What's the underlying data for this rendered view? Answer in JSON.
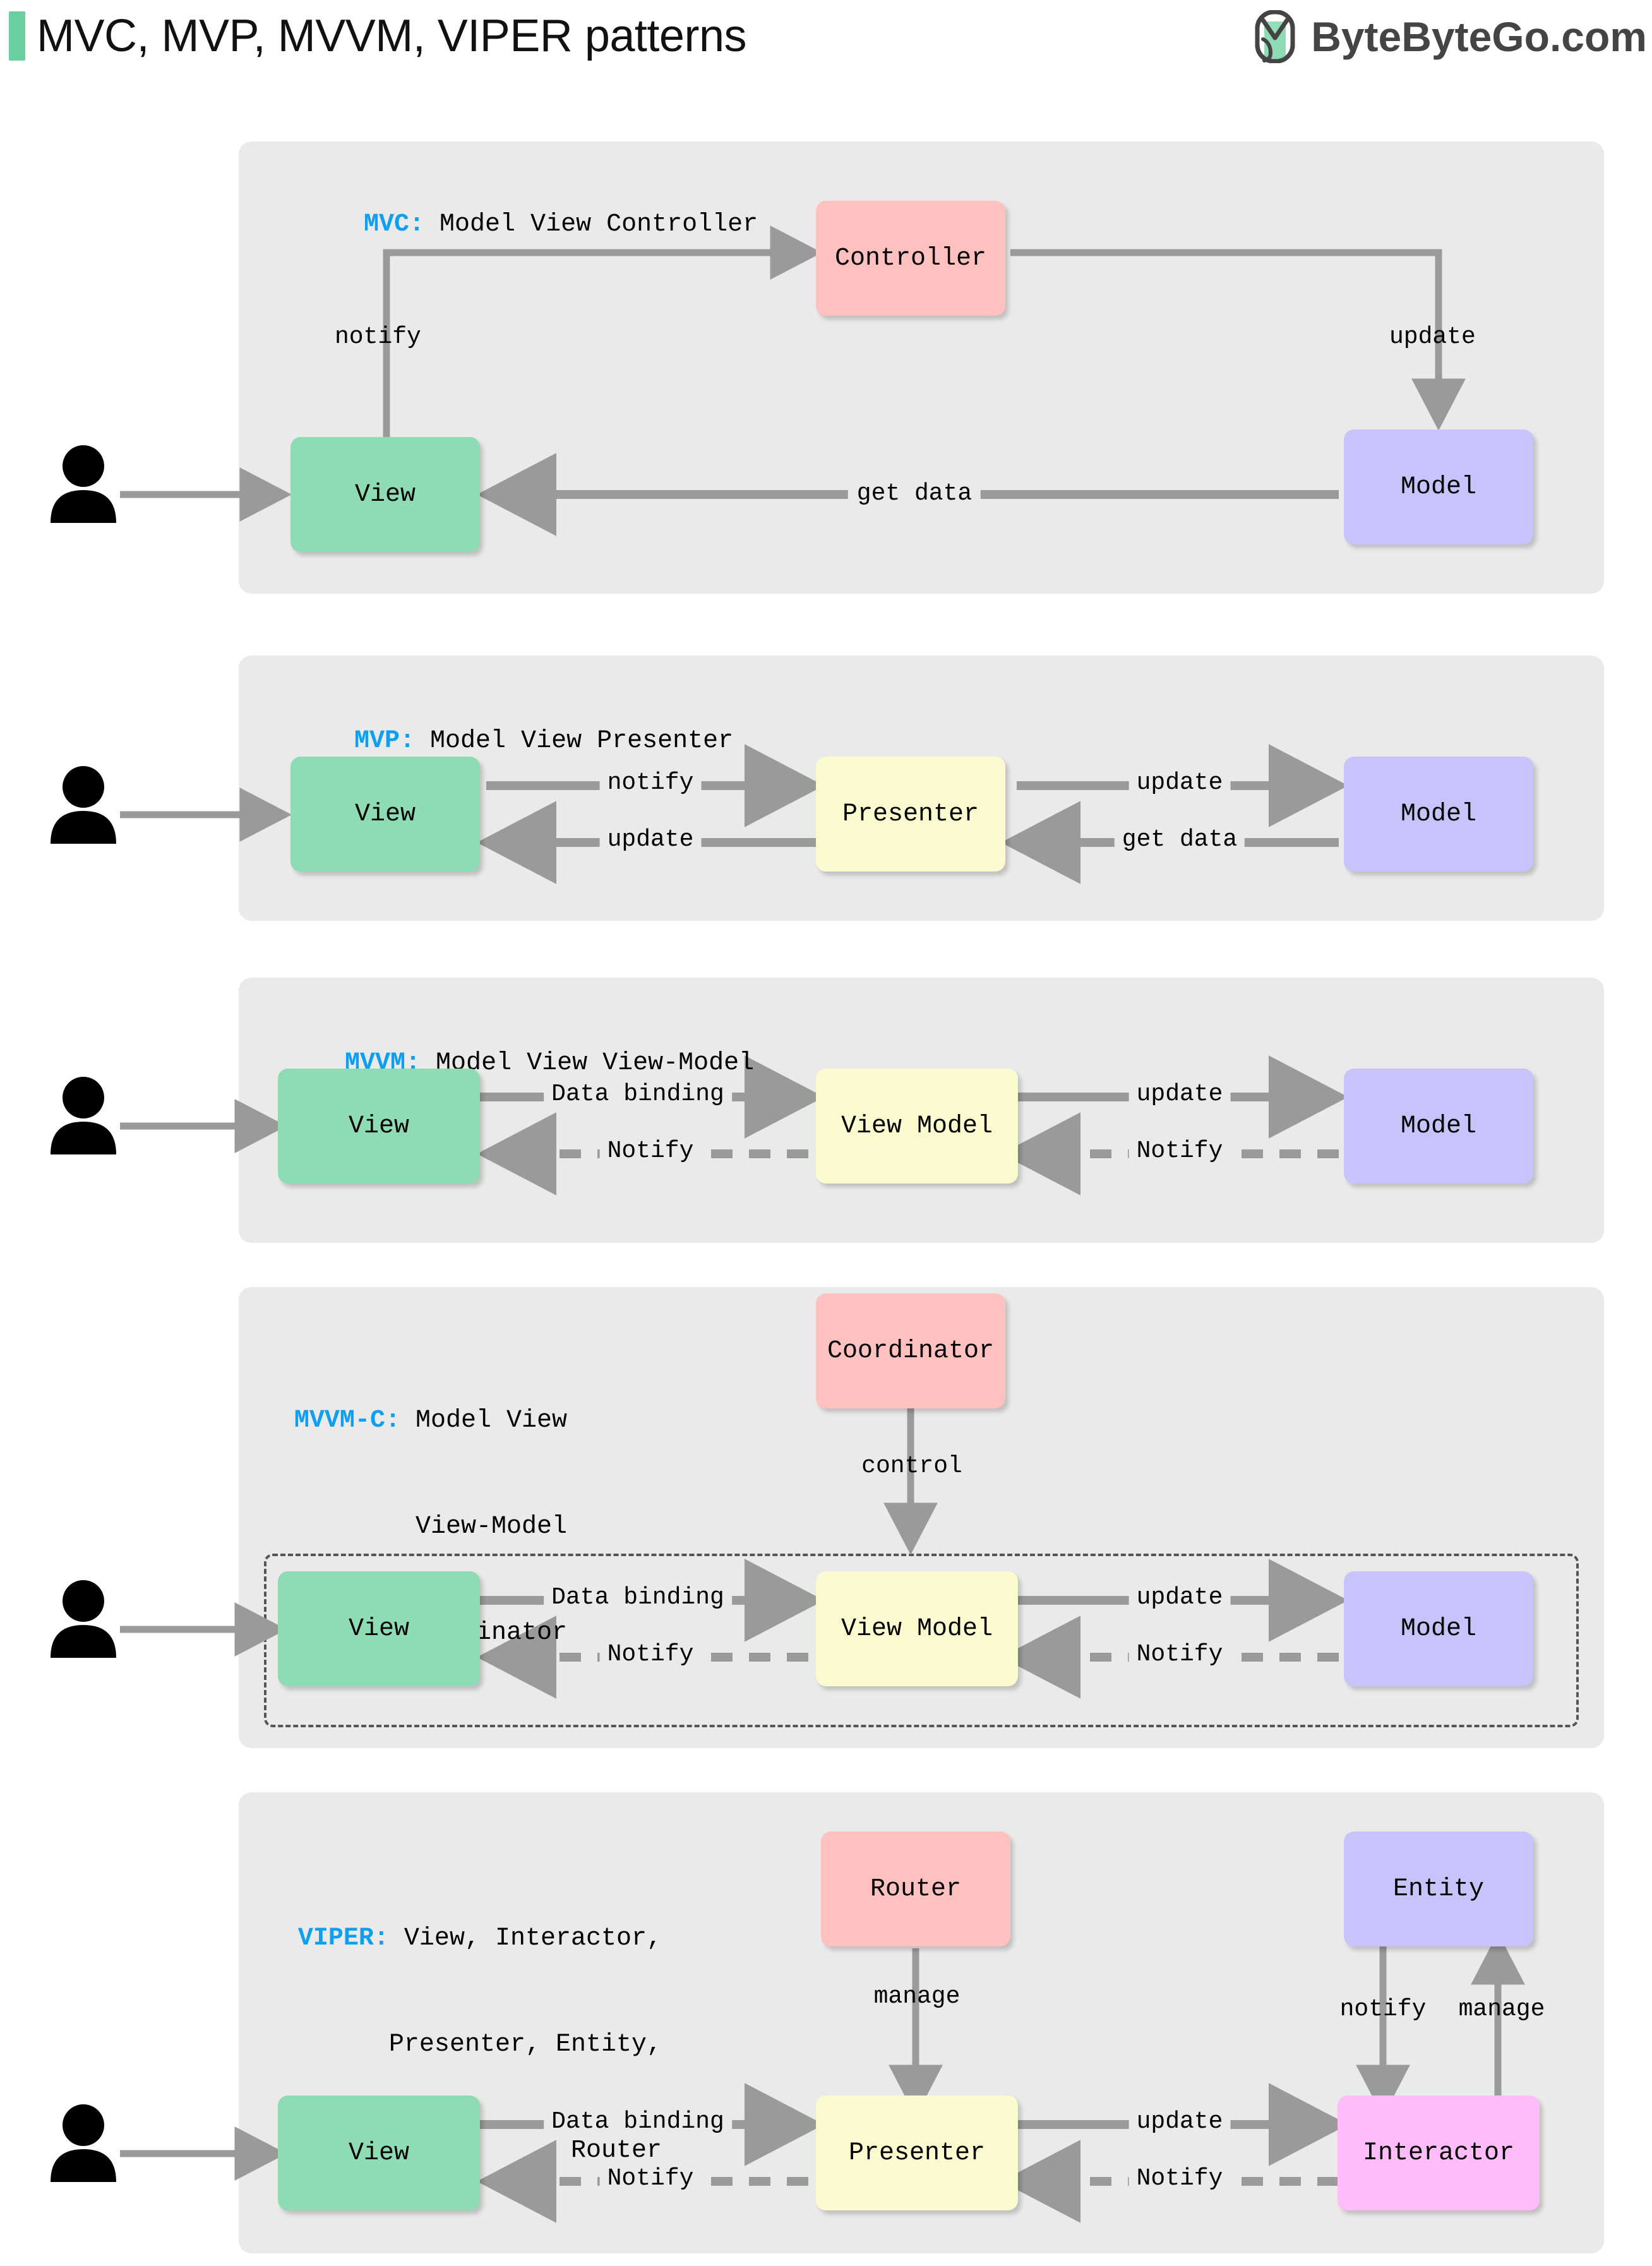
{
  "header": {
    "title": "MVC, MVP, MVVM, VIPER patterns",
    "brand_name": "ByteByteGo.com",
    "accent_bar_color": "#6BCFA0",
    "logo_icon": "bytebytego-logo-icon"
  },
  "palette": {
    "panel_bg": "#eaeaea",
    "view_green": "#8EDCB4",
    "model_purple": "#C8C4FB",
    "controller_pink": "#FFC0C0",
    "presenter_yellow": "#FCFBCF",
    "interactor_magenta": "#FFBCF9",
    "arrow_gray": "#9a9a9a",
    "code_blue": "#0E9FF0"
  },
  "sections": [
    {
      "id": "mvc",
      "code": "MVC:",
      "title_lines": [
        "Model View Controller"
      ],
      "nodes": [
        {
          "id": "view",
          "label": "View",
          "color": "view_green"
        },
        {
          "id": "controller",
          "label": "Controller",
          "color": "controller_pink"
        },
        {
          "id": "model",
          "label": "Model",
          "color": "model_purple"
        }
      ],
      "edges": [
        {
          "from": "view",
          "to": "controller",
          "label": "notify",
          "style": "solid"
        },
        {
          "from": "controller",
          "to": "model",
          "label": "update",
          "style": "solid"
        },
        {
          "from": "model",
          "to": "view",
          "label": "get data",
          "style": "solid"
        },
        {
          "from": "user",
          "to": "view",
          "label": "",
          "style": "solid"
        }
      ]
    },
    {
      "id": "mvp",
      "code": "MVP:",
      "title_lines": [
        "Model View Presenter"
      ],
      "nodes": [
        {
          "id": "view",
          "label": "View",
          "color": "view_green"
        },
        {
          "id": "presenter",
          "label": "Presenter",
          "color": "presenter_yellow"
        },
        {
          "id": "model",
          "label": "Model",
          "color": "model_purple"
        }
      ],
      "edges": [
        {
          "from": "view",
          "to": "presenter",
          "label": "notify",
          "style": "solid"
        },
        {
          "from": "presenter",
          "to": "model",
          "label": "update",
          "style": "solid"
        },
        {
          "from": "model",
          "to": "presenter",
          "label": "get data",
          "style": "solid"
        },
        {
          "from": "presenter",
          "to": "view",
          "label": "update",
          "style": "solid"
        },
        {
          "from": "user",
          "to": "view",
          "label": "",
          "style": "solid"
        }
      ]
    },
    {
      "id": "mvvm",
      "code": "MVVM:",
      "title_lines": [
        "Model View View-Model"
      ],
      "nodes": [
        {
          "id": "view",
          "label": "View",
          "color": "view_green"
        },
        {
          "id": "viewmodel",
          "label": "View Model",
          "color": "presenter_yellow"
        },
        {
          "id": "model",
          "label": "Model",
          "color": "model_purple"
        }
      ],
      "edges": [
        {
          "from": "view",
          "to": "viewmodel",
          "label": "Data binding",
          "style": "solid"
        },
        {
          "from": "viewmodel",
          "to": "model",
          "label": "update",
          "style": "solid"
        },
        {
          "from": "model",
          "to": "viewmodel",
          "label": "Notify",
          "style": "dashed"
        },
        {
          "from": "viewmodel",
          "to": "view",
          "label": "Notify",
          "style": "dashed"
        },
        {
          "from": "user",
          "to": "view",
          "label": "",
          "style": "solid"
        }
      ]
    },
    {
      "id": "mvvmc",
      "code": "MVVM-C:",
      "title_lines": [
        "Model View",
        "View-Model",
        "Coordinator"
      ],
      "nodes": [
        {
          "id": "coordinator",
          "label": "Coordinator",
          "color": "controller_pink"
        },
        {
          "id": "view",
          "label": "View",
          "color": "view_green"
        },
        {
          "id": "viewmodel",
          "label": "View Model",
          "color": "presenter_yellow"
        },
        {
          "id": "model",
          "label": "Model",
          "color": "model_purple"
        }
      ],
      "edges": [
        {
          "from": "coordinator",
          "to": "group",
          "label": "control",
          "style": "solid"
        },
        {
          "from": "view",
          "to": "viewmodel",
          "label": "Data binding",
          "style": "solid"
        },
        {
          "from": "viewmodel",
          "to": "model",
          "label": "update",
          "style": "solid"
        },
        {
          "from": "model",
          "to": "viewmodel",
          "label": "Notify",
          "style": "dashed"
        },
        {
          "from": "viewmodel",
          "to": "view",
          "label": "Notify",
          "style": "dashed"
        },
        {
          "from": "user",
          "to": "view",
          "label": "",
          "style": "solid"
        }
      ]
    },
    {
      "id": "viper",
      "code": "VIPER:",
      "title_lines": [
        "View, Interactor,",
        "Presenter, Entity,",
        "Router"
      ],
      "nodes": [
        {
          "id": "router",
          "label": "Router",
          "color": "controller_pink"
        },
        {
          "id": "entity",
          "label": "Entity",
          "color": "model_purple"
        },
        {
          "id": "view",
          "label": "View",
          "color": "view_green"
        },
        {
          "id": "presenter",
          "label": "Presenter",
          "color": "presenter_yellow"
        },
        {
          "id": "interactor",
          "label": "Interactor",
          "color": "interactor_magenta"
        }
      ],
      "edges": [
        {
          "from": "router",
          "to": "presenter",
          "label": "manage",
          "style": "solid"
        },
        {
          "from": "entity",
          "to": "interactor",
          "label": "notify",
          "style": "solid"
        },
        {
          "from": "interactor",
          "to": "entity",
          "label": "manage",
          "style": "solid"
        },
        {
          "from": "view",
          "to": "presenter",
          "label": "Data binding",
          "style": "solid"
        },
        {
          "from": "presenter",
          "to": "interactor",
          "label": "update",
          "style": "solid"
        },
        {
          "from": "interactor",
          "to": "presenter",
          "label": "Notify",
          "style": "dashed"
        },
        {
          "from": "presenter",
          "to": "view",
          "label": "Notify",
          "style": "dashed"
        },
        {
          "from": "user",
          "to": "view",
          "label": "",
          "style": "solid"
        }
      ]
    }
  ],
  "labels": {
    "mvc_notify": "notify",
    "mvc_update": "update",
    "mvc_getdata": "get data",
    "mvp_notify": "notify",
    "mvp_update_left": "update",
    "mvp_update_right": "update",
    "mvp_getdata": "get data",
    "mvvm_databinding": "Data binding",
    "mvvm_notify_left": "Notify",
    "mvvm_update": "update",
    "mvvm_notify_right": "Notify",
    "mvvmc_control": "control",
    "mvvmc_databinding": "Data binding",
    "mvvmc_notify_left": "Notify",
    "mvvmc_update": "update",
    "mvvmc_notify_right": "Notify",
    "viper_manage_router": "manage",
    "viper_notify_entity": "notify",
    "viper_manage_entity": "manage",
    "viper_databinding": "Data binding",
    "viper_notify_left": "Notify",
    "viper_update": "update",
    "viper_notify_right": "Notify"
  },
  "node_labels": {
    "view": "View",
    "model": "Model",
    "controller": "Controller",
    "presenter": "Presenter",
    "viewmodel": "View Model",
    "coordinator": "Coordinator",
    "router": "Router",
    "entity": "Entity",
    "interactor": "Interactor"
  },
  "section_titles": {
    "mvc_code": "MVC:",
    "mvc_rest": " Model View Controller",
    "mvp_code": "MVP:",
    "mvp_rest": " Model View Presenter",
    "mvvm_code": "MVVM:",
    "mvvm_rest": " Model View View-Model",
    "mvvmc_code": "MVVM-C:",
    "mvvmc_rest_1": " Model View",
    "mvvmc_rest_2": "View-Model",
    "mvvmc_rest_3": "Coordinator",
    "viper_code": "VIPER:",
    "viper_rest_1": " View, Interactor,",
    "viper_rest_2": "Presenter, Entity,",
    "viper_rest_3": "Router"
  }
}
